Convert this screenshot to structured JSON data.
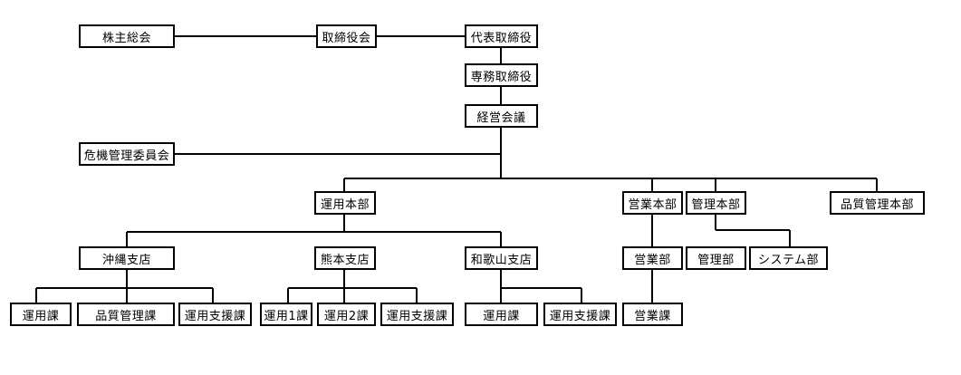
{
  "org_chart": {
    "shareholders_meeting": "株主総会",
    "board_of_directors": "取締役会",
    "representative_director": "代表取締役",
    "senior_managing_director": "専務取締役",
    "management_meeting": "経営会議",
    "crisis_committee": "危機管理委員会",
    "operations_hq": "運用本部",
    "sales_hq": "営業本部",
    "admin_hq": "管理本部",
    "quality_hq": "品質管理本部",
    "okinawa_branch": "沖縄支店",
    "kumamoto_branch": "熊本支店",
    "wakayama_branch": "和歌山支店",
    "sales_dept": "営業部",
    "admin_dept": "管理部",
    "system_dept": "システム部",
    "okinawa_ops_section": "運用課",
    "okinawa_quality_section": "品質管理課",
    "okinawa_ops_support_section": "運用支援課",
    "kumamoto_ops1_section": "運用1課",
    "kumamoto_ops2_section": "運用2課",
    "kumamoto_ops_support_section": "運用支援課",
    "wakayama_ops_section": "運用課",
    "wakayama_ops_support_section": "運用支援課",
    "sales_section": "営業課"
  }
}
